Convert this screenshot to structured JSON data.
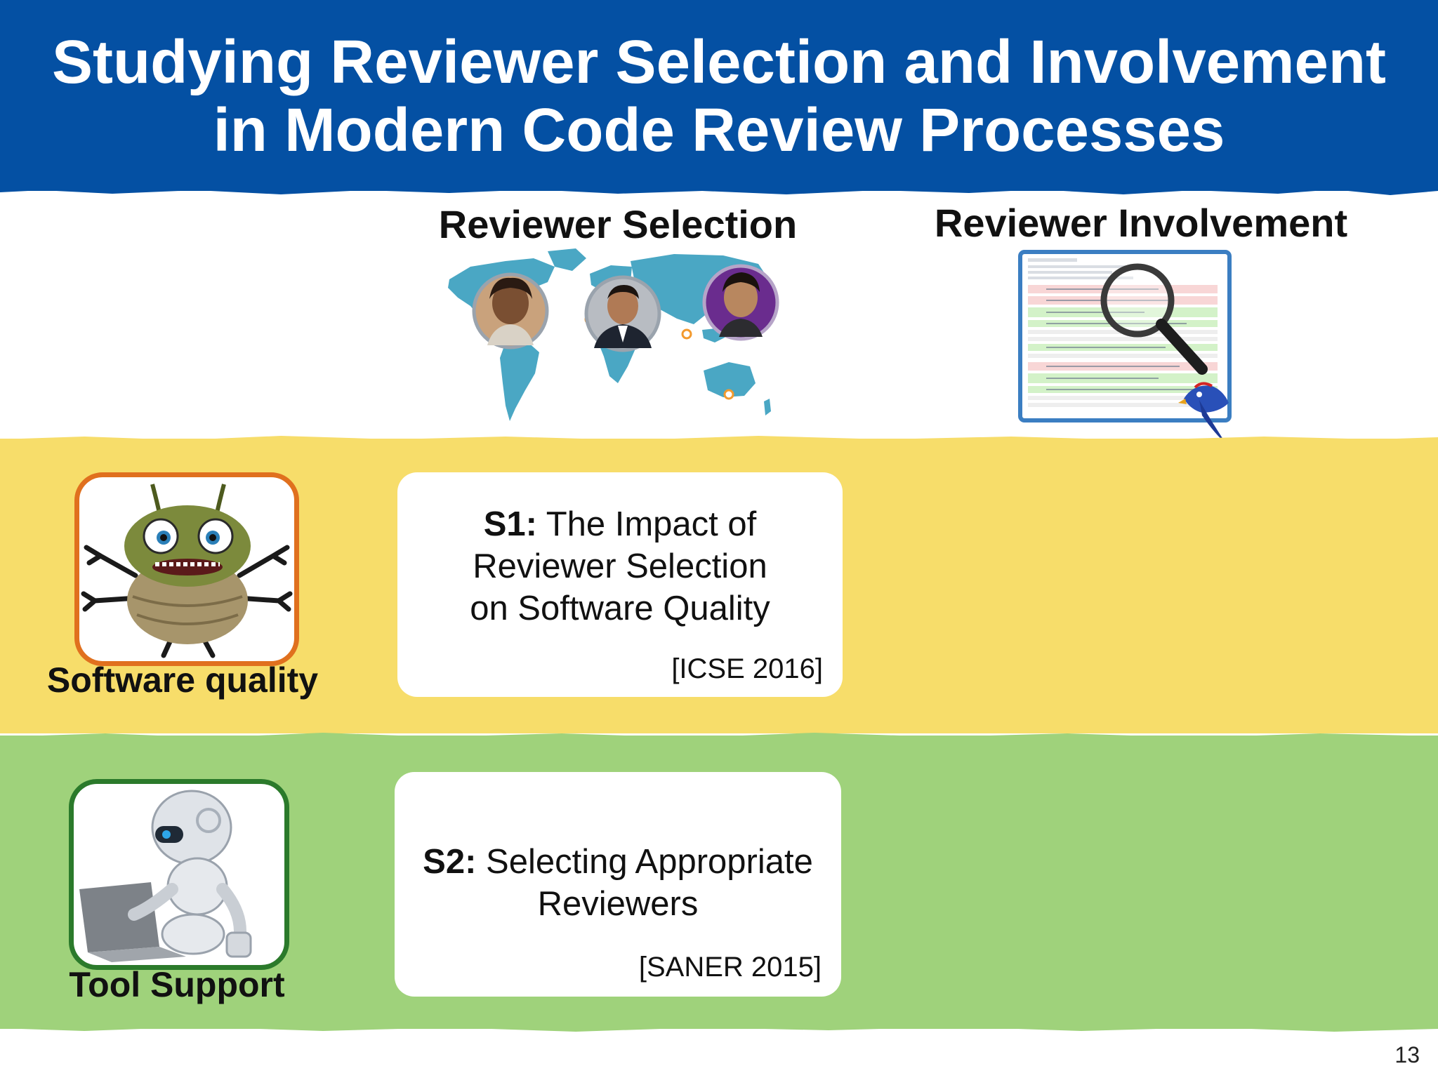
{
  "slide": {
    "title_line1": "Studying Reviewer Selection and Involvement",
    "title_line2": "in Modern Code Review Processes",
    "page_number": "13"
  },
  "columns": {
    "selection": "Reviewer Selection",
    "involvement": "Reviewer Involvement"
  },
  "rows": [
    {
      "label": "Software quality",
      "icon": "bug-mascot-icon",
      "card": {
        "study": "S1:",
        "line1": "The Impact of",
        "line2": "Reviewer Selection",
        "line3": "on Software Quality",
        "venue": "[ICSE 2016]"
      }
    },
    {
      "label": "Tool Support",
      "icon": "robot-laptop-icon",
      "card": {
        "study": "S2:",
        "line1": "Selecting Appropriate",
        "line2": "Reviewers",
        "venue": "[SANER 2015]"
      }
    }
  ],
  "colors": {
    "header": "#0450a3",
    "yellow_band": "#f7dd6a",
    "green_band": "#9fd27b",
    "map": "#4aa7c4",
    "bug_frame": "#e0701e",
    "robot_frame": "#2b7a2b"
  }
}
